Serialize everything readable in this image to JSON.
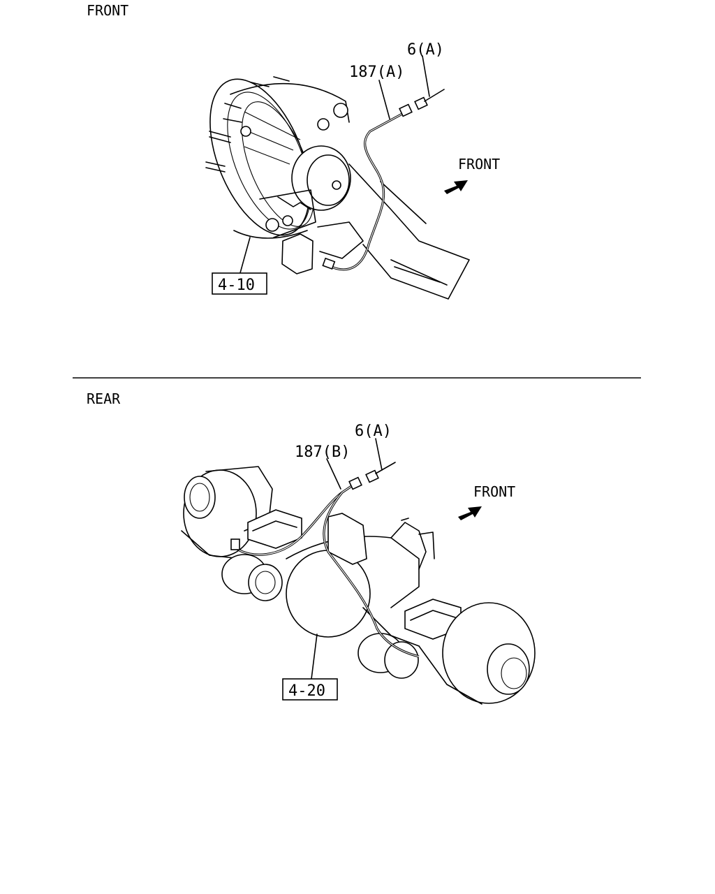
{
  "sections": {
    "front": {
      "title": "FRONT",
      "callouts": {
        "sensor": "6(A)",
        "harness": "187(A)",
        "ref": "4-10"
      },
      "arrow_label": "FRONT"
    },
    "rear": {
      "title": "REAR",
      "callouts": {
        "sensor": "6(A)",
        "harness": "187(B)",
        "ref": "4-20"
      },
      "arrow_label": "FRONT"
    }
  }
}
